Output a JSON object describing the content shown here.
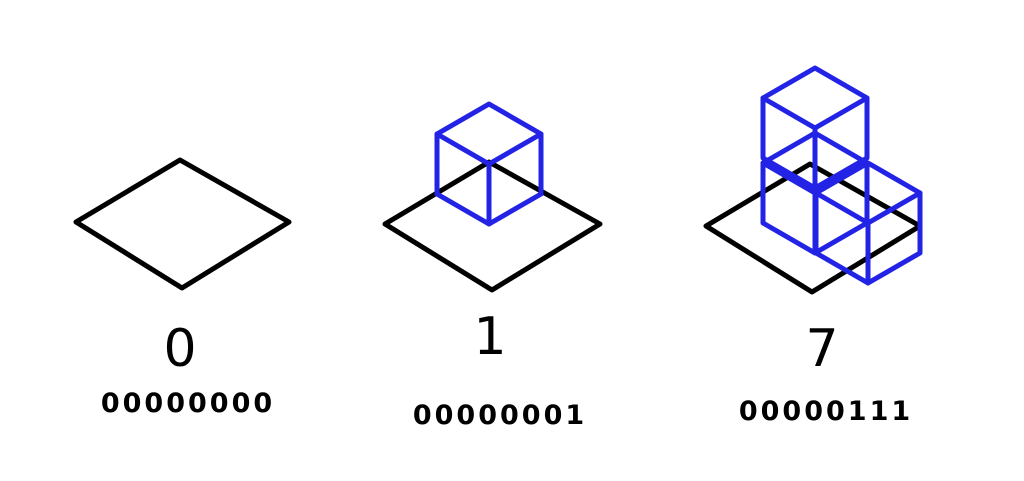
{
  "colors": {
    "background": "#ffffff",
    "base_outline": "#000000",
    "cube_outline": "#2323e6",
    "label_text": "#000000"
  },
  "panels": [
    {
      "id": "zero",
      "value_label": "0",
      "binary_label": "00000000",
      "cube_count": 0
    },
    {
      "id": "one",
      "value_label": "1",
      "binary_label": "00000001",
      "cube_count": 1
    },
    {
      "id": "seven",
      "value_label": "7",
      "binary_label": "00000111",
      "cube_count": 3
    }
  ]
}
